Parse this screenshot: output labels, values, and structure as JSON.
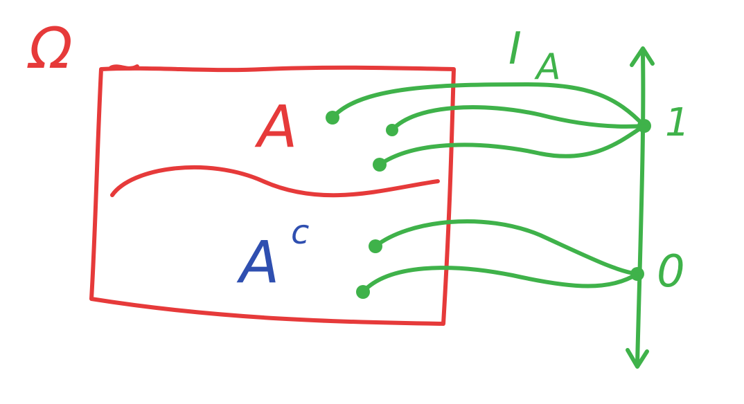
{
  "labels": {
    "omega": "Ω",
    "set_a": "A",
    "complement_base": "A",
    "complement_sup": "c",
    "indicator_base": "I",
    "indicator_sub": "A",
    "value_one": "1",
    "value_zero": "0"
  },
  "colors": {
    "sample_space": "#e63a3a",
    "set_a_label": "#e63a3a",
    "complement_label": "#2f4fb0",
    "mapping": "#3fb24a"
  }
}
